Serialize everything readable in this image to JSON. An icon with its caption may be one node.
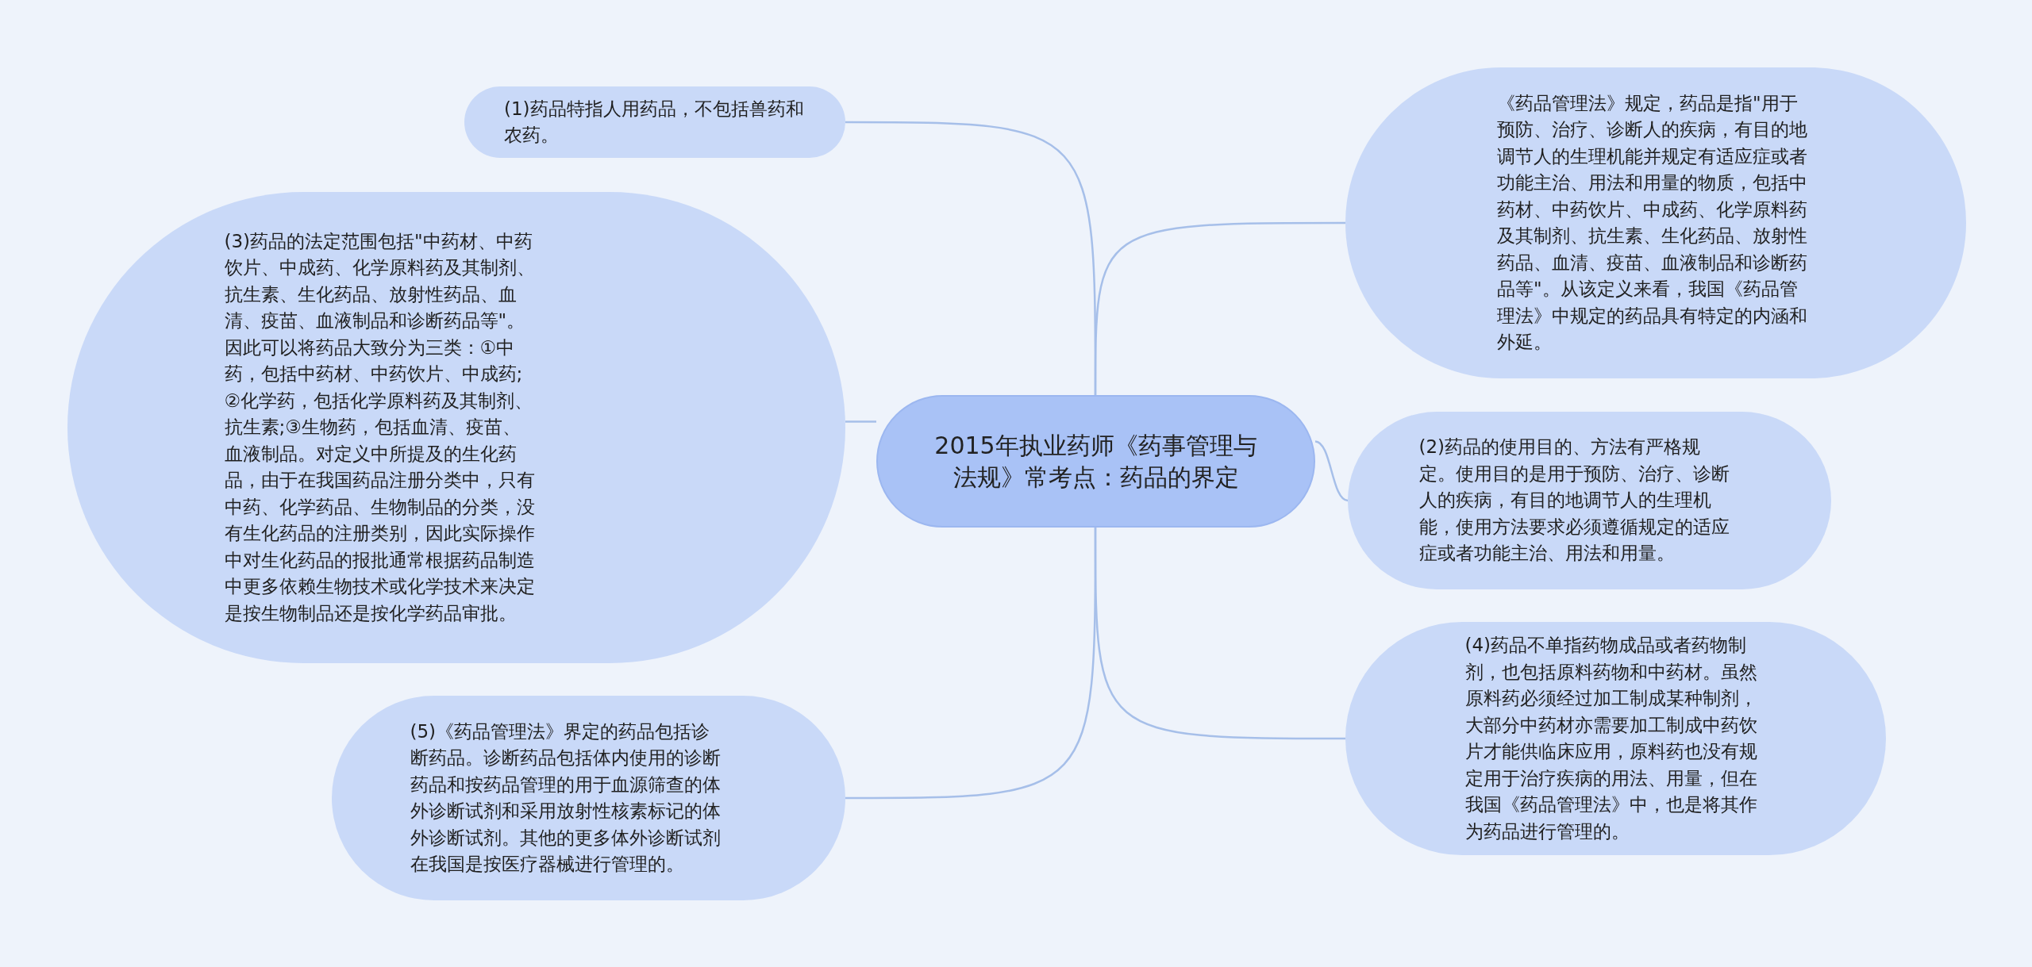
{
  "diagram": {
    "nodes": [
      {
        "text": [
          "2015年执业药师《药事管理与法规》常考点：药品的界定"
        ]
      },
      {
        "text": [
          "(1)药品特指人用药品，不包括兽药和农药。"
        ]
      },
      {
        "text": [
          "(3)药品的法定范围包括\"中药材、中药饮片、中成药、化学原料药及其制剂、抗生素、生化药品、放射性药品、血清、疫苗、血液制品和诊断药品等\"。因此可以将药品大致分为三类：①中药，包括中药材、中药饮片、中成药;②化学药，包括化学原料药及其制剂、抗生素;③生物药，包括血清、疫苗、血液制品。对定义中所提及的生化药品，由于在我国药品注册分类中，只有中药、化学药品、生物制品的分类，没有生化药品的注册类别，因此实际操作中对生化药品的报批通常根据药品制造中更多依赖生物技术或化学技术来决定是按生物制品还是按化学药品审批。"
        ]
      },
      {
        "text": [
          "(5)《药品管理法》界定的药品包括诊断药品。诊断药品包括体内使用的诊断药品和按药品管理的用于血源筛查的体外诊断试剂和采用放射性核素标记的体外诊断试剂。其他的更多体外诊断试剂在我国是按医疗器械进行管理的。"
        ]
      },
      {
        "text": [
          "《药品管理法》规定，药品是指\"用于预防、治疗、诊断人的疾病，有目的地调节人的生理机能并规定有适应症或者功能主治、用法和用量的物质，包括中药材、中药饮片、中成药、化学原料药及其制剂、抗生素、生化药品、放射性药品、血清、疫苗、血液制品和诊断药品等\"。从该定义来看，我国《药品管理法》中规定的药品具有特定的内涵和外延。"
        ]
      },
      {
        "text": [
          "(2)药品的使用目的、方法有严格规定。使用目的是用于预防、治疗、诊断人的疾病，有目的地调节人的生理机能，使用方法要求必须遵循规定的适应症或者功能主治、用法和用量。"
        ]
      },
      {
        "text": [
          "(4)药品不单指药物成品或者药物制剂，也包括原料药物和中药材。虽然原料药必须经过加工制成某种制剂，大部分中药材亦需要加工制成中药饮片才能供临床应用，原料药也没有规定用于治疗疾病的用法、用量，但在我国《药品管理法》中，也是将其作为药品进行管理的。"
        ]
      }
    ],
    "edges": [
      {
        "from": 0,
        "to": 1,
        "arrow": "none"
      },
      {
        "from": 0,
        "to": 2,
        "arrow": "none"
      },
      {
        "from": 0,
        "to": 3,
        "arrow": "none"
      },
      {
        "from": 0,
        "to": 4,
        "arrow": "none"
      },
      {
        "from": 0,
        "to": 5,
        "arrow": "none"
      },
      {
        "from": 0,
        "to": 6,
        "arrow": "none"
      }
    ]
  }
}
